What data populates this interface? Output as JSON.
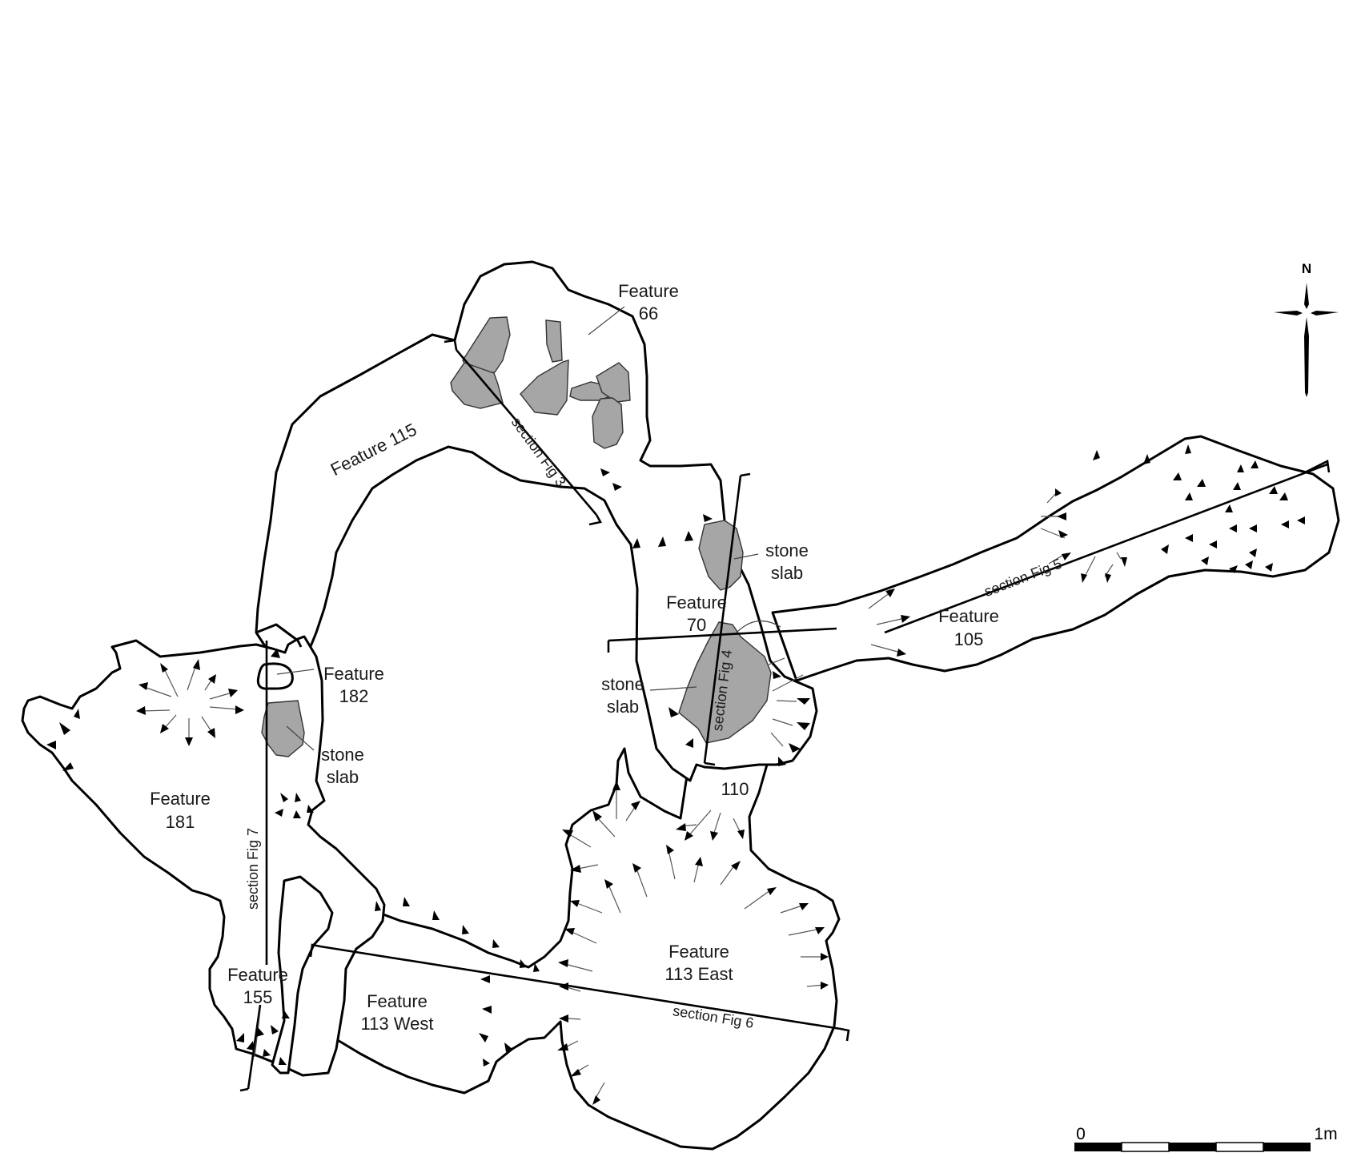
{
  "figure": {
    "type": "archaeological-site-plan",
    "background_color": "#ffffff",
    "stone_fill_color": "#a6a6a6",
    "line_color": "#000000"
  },
  "features": {
    "f66": {
      "line1": "Feature",
      "line2": "66"
    },
    "f115": {
      "label": "Feature 115"
    },
    "f70": {
      "line1": "Feature",
      "line2": "70"
    },
    "f105": {
      "line1": "Feature",
      "line2": "105"
    },
    "f182": {
      "line1": "Feature",
      "line2": "182"
    },
    "f181": {
      "line1": "Feature",
      "line2": "181"
    },
    "f110": {
      "label": "110"
    },
    "f155": {
      "line1": "Feature",
      "line2": "155"
    },
    "f113w": {
      "line1": "Feature",
      "line2": "113 West"
    },
    "f113e": {
      "line1": "Feature",
      "line2": "113 East"
    }
  },
  "stone_slabs": {
    "slab_f70_north": {
      "line1": "stone",
      "line2": "slab"
    },
    "slab_f70_south": {
      "line1": "stone",
      "line2": "slab"
    },
    "slab_f182": {
      "line1": "stone",
      "line2": "slab"
    }
  },
  "sections": {
    "fig3": "section Fig 3",
    "fig4": "section Fig 4",
    "fig5": "section Fig 5",
    "fig6": "section Fig 6",
    "fig7": "section Fig 7"
  },
  "compass": {
    "label": "N"
  },
  "scale_bar": {
    "start_label": "0",
    "end_label": "1m",
    "segments": 5,
    "segment_colors": [
      "#000000",
      "#ffffff",
      "#000000",
      "#ffffff",
      "#000000"
    ]
  }
}
